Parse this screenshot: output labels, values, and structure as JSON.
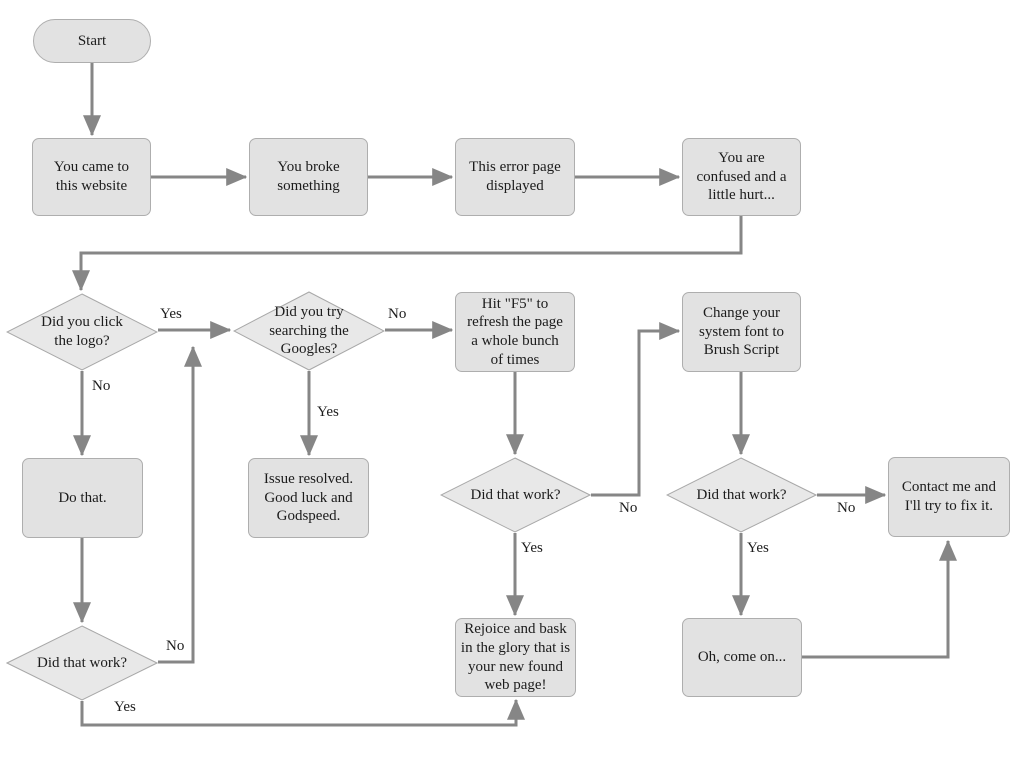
{
  "diagram": {
    "kind": "flowchart",
    "topic": "website error page troubleshooting"
  },
  "colors": {
    "box_fill": "#e2e2e2",
    "box_border": "#aeaeae",
    "diamond_fill": "#e8e8e8",
    "diamond_border": "#a8a8a8",
    "arrow": "#868686",
    "text": "#1c1c1c",
    "bg": "#ffffff"
  },
  "nodes": {
    "start": {
      "label": "Start",
      "type": "terminator"
    },
    "came": {
      "label": "You came to\nthis website",
      "type": "process"
    },
    "broke": {
      "label": "You broke\nsomething",
      "type": "process"
    },
    "error_page": {
      "label": "This error page\ndisplayed",
      "type": "process"
    },
    "confused": {
      "label": "You are\nconfused and a\nlittle hurt...",
      "type": "process"
    },
    "click_logo": {
      "label": "Did you click\nthe logo?",
      "type": "decision"
    },
    "googles": {
      "label": "Did you try\nsearching the\nGoogles?",
      "type": "decision"
    },
    "hit_f5": {
      "label": "Hit \"F5\" to\nrefresh the page\na whole bunch\nof times",
      "type": "process"
    },
    "do_that": {
      "label": "Do that.",
      "type": "process"
    },
    "issue_resolved": {
      "label": "Issue resolved.\nGood luck and\nGodspeed.",
      "type": "process"
    },
    "work_mid": {
      "label": "Did that work?",
      "type": "decision"
    },
    "change_font": {
      "label": "Change your\nsystem font to\nBrush Script",
      "type": "process"
    },
    "work_right": {
      "label": "Did that work?",
      "type": "decision"
    },
    "work_bottom": {
      "label": "Did that work?",
      "type": "decision"
    },
    "rejoice": {
      "label": "Rejoice and bask\nin the glory that is\nyour new found\nweb page!",
      "type": "process"
    },
    "oh_come_on": {
      "label": "Oh, come on...",
      "type": "process"
    },
    "contact": {
      "label": "Contact me and\nI'll try to fix it.",
      "type": "process"
    }
  },
  "edge_labels": {
    "logo_yes": "Yes",
    "logo_no": "No",
    "googles_no": "No",
    "googles_yes": "Yes",
    "work_mid_yes": "Yes",
    "work_mid_no": "No",
    "work_right_yes": "Yes",
    "work_right_no": "No",
    "work_bottom_no": "No",
    "work_bottom_yes": "Yes"
  }
}
